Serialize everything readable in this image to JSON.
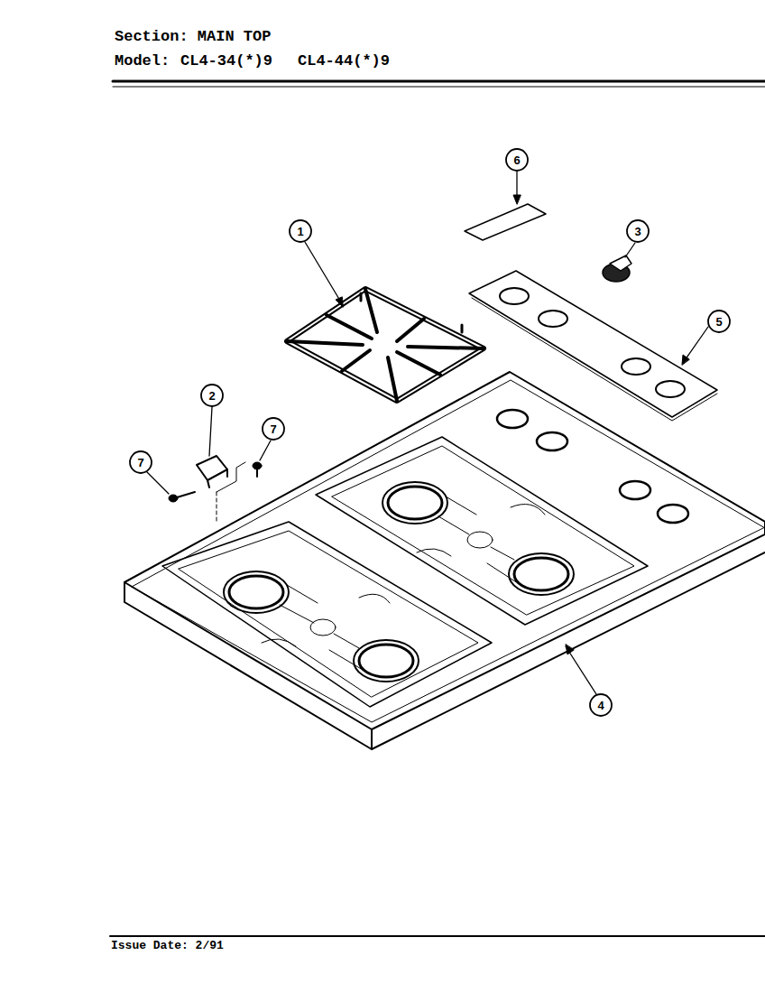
{
  "diagram": {
    "title": "Section: MAIN TOP",
    "labels": [
      "Model:",
      "CL4-34(*)9",
      "CL4-44(*)9",
      "6",
      "3",
      "1",
      "5",
      "2",
      "7",
      "7",
      "4",
      "Issue Date: 2/91"
    ]
  }
}
